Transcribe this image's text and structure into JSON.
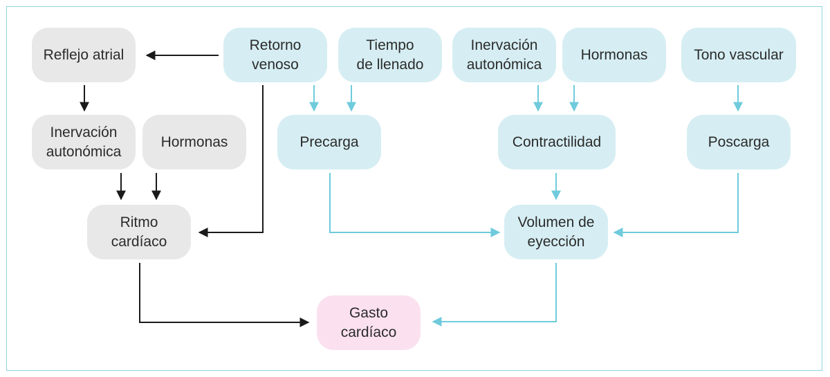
{
  "nodes": {
    "reflejo_atrial": "Reflejo atrial",
    "retorno_venoso": "Retorno\nvenoso",
    "tiempo_llenado": "Tiempo\nde llenado",
    "inervacion_top": "Inervación\nautonómica",
    "hormonas_top": "Hormonas",
    "tono_vascular": "Tono vascular",
    "inervacion_left": "Inervación\nautonómica",
    "hormonas_left": "Hormonas",
    "precarga": "Precarga",
    "contractilidad": "Contractilidad",
    "poscarga": "Poscarga",
    "ritmo_cardiaco": "Ritmo\ncardíaco",
    "volumen_eyeccion": "Volumen de\neyección",
    "gasto_cardiaco": "Gasto\ncardíaco"
  },
  "colors": {
    "gray_fill": "#e8e8e8",
    "cyan_fill": "#d6eef3",
    "pink_fill": "#fbe1f0",
    "black_arrow": "#1a1a1a",
    "cyan_arrow": "#6fcbdc",
    "frame": "#8fd3de"
  }
}
